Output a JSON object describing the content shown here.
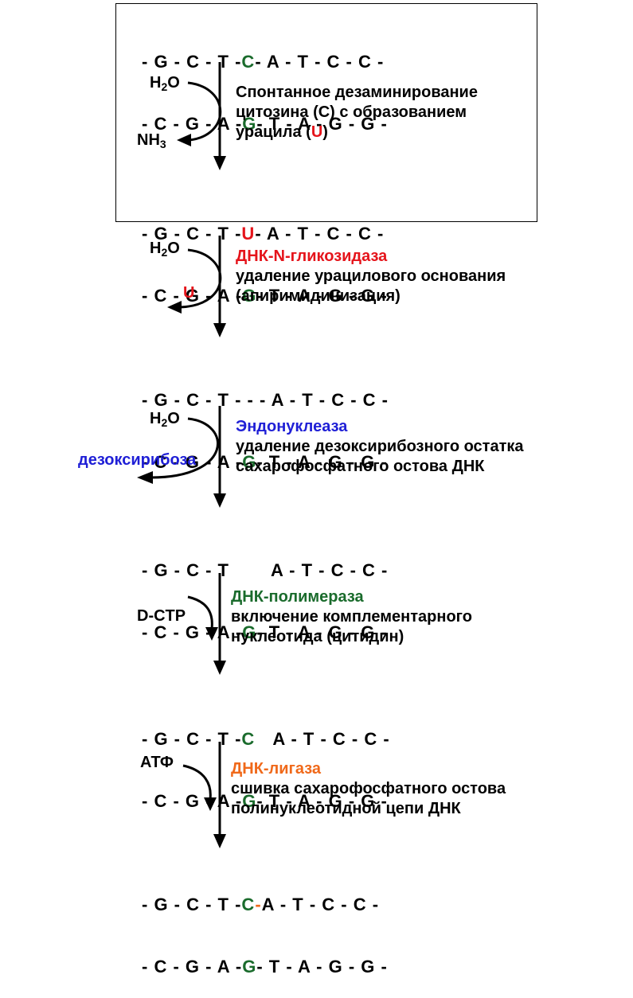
{
  "steps": [
    {
      "seq_top": [
        "-G-C-T-",
        "C",
        "-A-T-C-C-"
      ],
      "seq_bottom": [
        "-C-G-A-",
        "G",
        "-T-A-G-G-"
      ]
    },
    {
      "reagent_in": "H",
      "reagent_in_sub": "2",
      "reagent_in_tail": "O",
      "reagent_out": "NH",
      "reagent_out_sub": "3",
      "desc1": "Спонтанное дезаминирование",
      "desc2": "цитозина (С) с образованием",
      "desc3_pre": "урацила (",
      "desc3_u": "U",
      "desc3_post": ")"
    },
    {
      "seq_top": [
        "-G-C-T-",
        "U",
        "-A-T-C-C-"
      ],
      "seq_bottom": [
        "-C-G-A-",
        "G",
        "-T-A-G-G-"
      ]
    },
    {
      "reagent_in": "H",
      "reagent_in_sub": "2",
      "reagent_in_tail": "O",
      "reagent_out": "U",
      "enzyme": "ДНК-N-гликозидаза",
      "desc1": "удаление урацилового основания",
      "desc2": "(апиримидинизация)"
    },
    {
      "seq_top": "-G-C-T - - - A-T-C-C-",
      "seq_bottom": [
        "-C-G-A-",
        "G",
        "-T-A-G-G-"
      ]
    },
    {
      "reagent_in": "H",
      "reagent_in_sub": "2",
      "reagent_in_tail": "O",
      "reagent_out": "дезоксирибоза",
      "enzyme": "Эндонуклеаза",
      "desc1": "удаление дезоксирибозного остатка",
      "desc2": "сахарофосфатного остова ДНК"
    },
    {
      "seq_top_left": "-G-C-T",
      "seq_top_right": "A-T-C-C-",
      "seq_bottom": [
        "-C-G-A-",
        "G",
        "-T-A-G-G-"
      ]
    },
    {
      "reagent_in": "D-CTP",
      "enzyme": "ДНК-полимераза",
      "desc1": "включение комплементарного",
      "desc2": "нуклеотида (цитидин)"
    },
    {
      "seq_top_left": "-G-C-T-",
      "seq_top_c": "C",
      "seq_top_right": "A-T-C-C-",
      "seq_bottom": [
        "-C-G-A-",
        "G",
        "-T-A-G-G-"
      ]
    },
    {
      "reagent_in": "АТФ",
      "enzyme": "ДНК-лигаза",
      "desc1": "сшивка сахарофосфатного остова",
      "desc2": "полинуклеотидной цепи ДНК"
    },
    {
      "seq_top_left": "-G-C-T-",
      "seq_top_c": "C",
      "seq_top_dash": "-",
      "seq_top_right": "A-T-C-C-",
      "seq_bottom": [
        "-C-G-A-",
        "G",
        "-T-A-G-G-"
      ]
    }
  ],
  "colors": {
    "guanine_cytosine": "#1a6b2c",
    "uracil": "#e5141b",
    "glycosylase": "#e5141b",
    "endonuclease": "#1f1fd6",
    "polymerase": "#1a6b2c",
    "ligase": "#f0691a"
  }
}
